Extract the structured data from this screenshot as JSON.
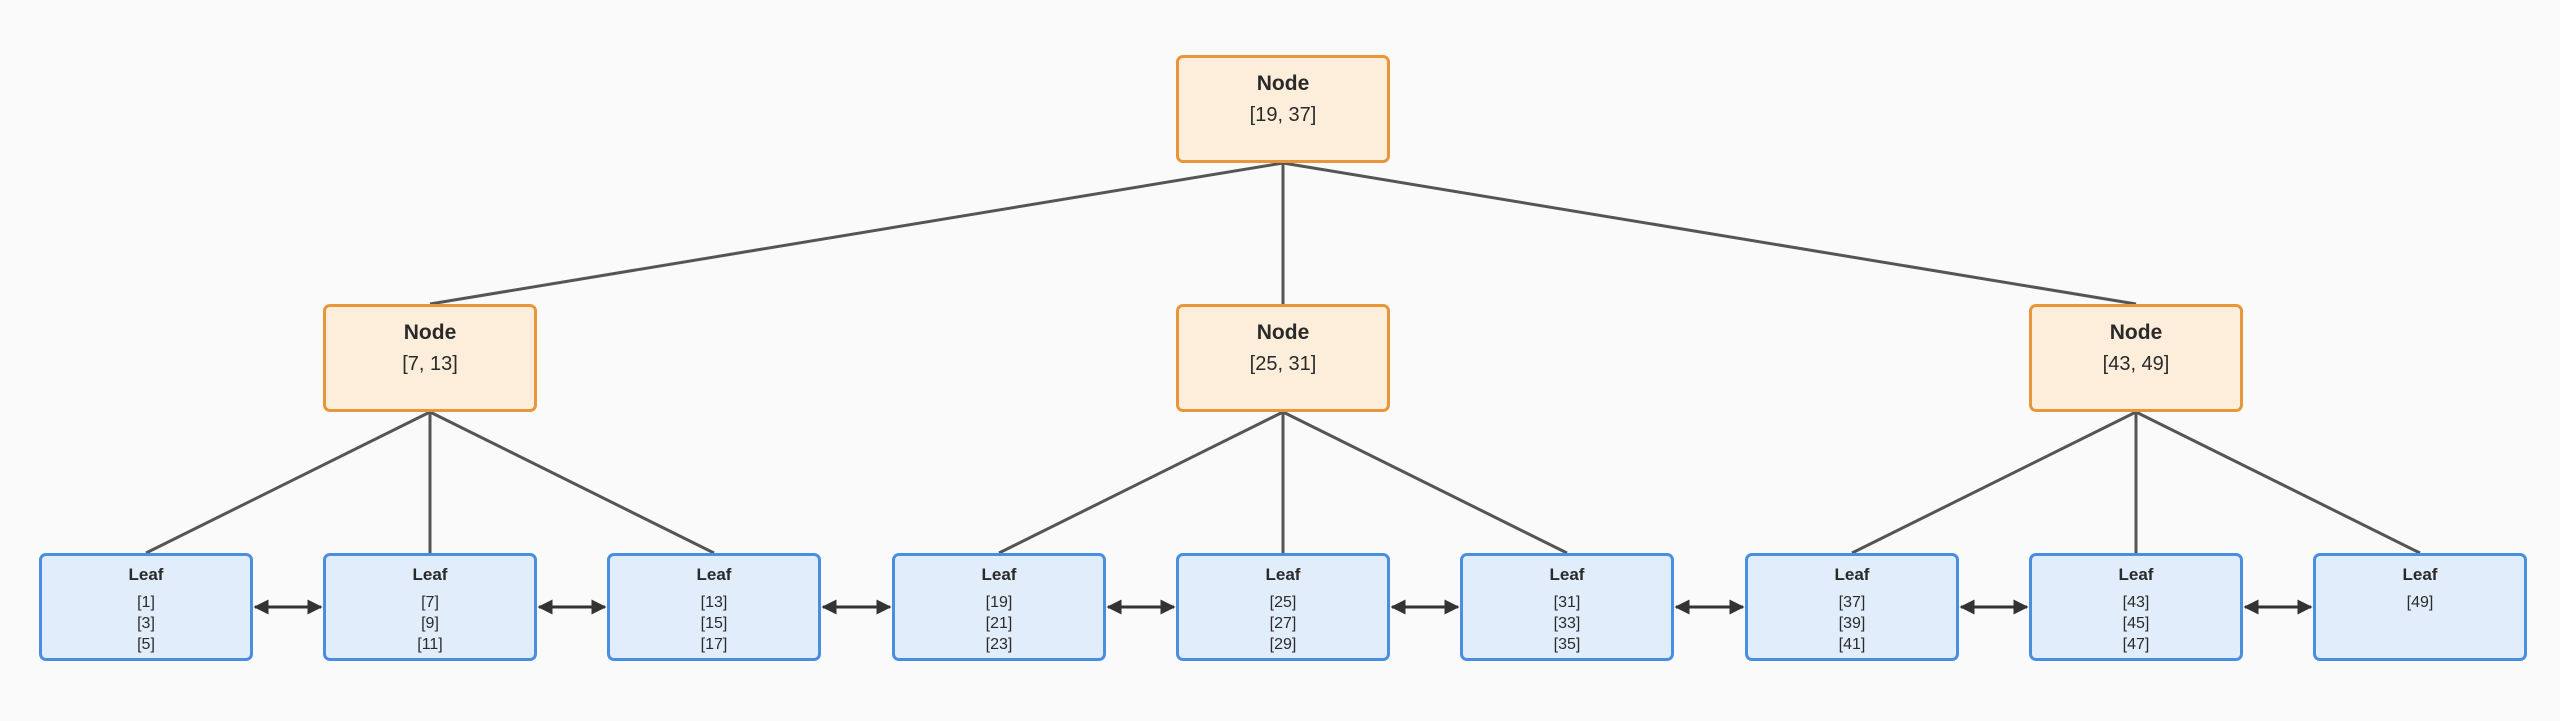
{
  "colors": {
    "background": "#fafafa",
    "internal_fill": "#fdeedc",
    "internal_border": "#e8963a",
    "leaf_fill": "#e1edfa",
    "leaf_border": "#4a8ee0",
    "edge": "#555555",
    "link_arrow": "#333333"
  },
  "root": {
    "title": "Node",
    "keys": "[19, 37]"
  },
  "internal": [
    {
      "title": "Node",
      "keys": "[7, 13]"
    },
    {
      "title": "Node",
      "keys": "[25, 31]"
    },
    {
      "title": "Node",
      "keys": "[43, 49]"
    }
  ],
  "leaves": [
    {
      "title": "Leaf",
      "keys": [
        "[1]",
        "[3]",
        "[5]"
      ]
    },
    {
      "title": "Leaf",
      "keys": [
        "[7]",
        "[9]",
        "[11]"
      ]
    },
    {
      "title": "Leaf",
      "keys": [
        "[13]",
        "[15]",
        "[17]"
      ]
    },
    {
      "title": "Leaf",
      "keys": [
        "[19]",
        "[21]",
        "[23]"
      ]
    },
    {
      "title": "Leaf",
      "keys": [
        "[25]",
        "[27]",
        "[29]"
      ]
    },
    {
      "title": "Leaf",
      "keys": [
        "[31]",
        "[33]",
        "[35]"
      ]
    },
    {
      "title": "Leaf",
      "keys": [
        "[37]",
        "[39]",
        "[41]"
      ]
    },
    {
      "title": "Leaf",
      "keys": [
        "[43]",
        "[45]",
        "[47]"
      ]
    },
    {
      "title": "Leaf",
      "keys": [
        "[49]"
      ]
    }
  ]
}
